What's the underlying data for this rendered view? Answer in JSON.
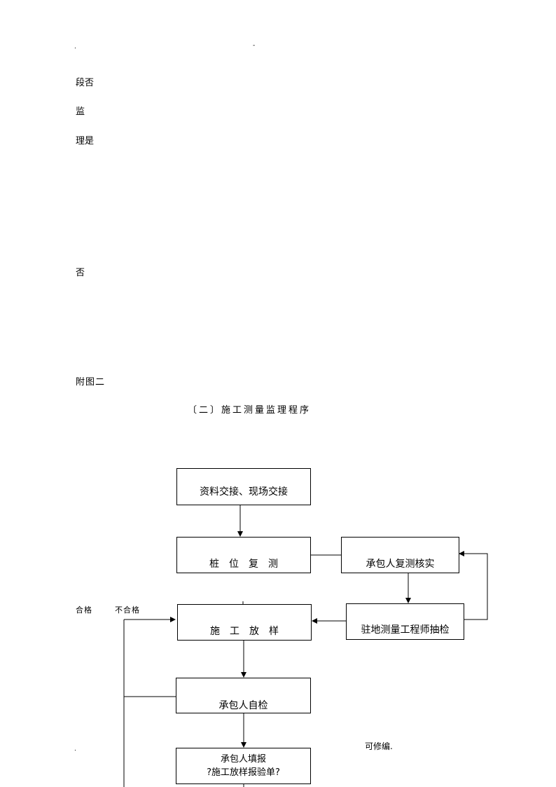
{
  "header": {
    "left_mark": ".",
    "center_mark": "-"
  },
  "side_labels": {
    "duan_fou": "段否",
    "jian": "监",
    "li_shi": "理是",
    "fou": "否"
  },
  "figure": {
    "label": "附图二",
    "title": "〔二〕施工测量监理程序"
  },
  "flow": {
    "step1": "资料交接、现场交接",
    "step2": "桩　位　复　测",
    "step2b": "承包人复测核实",
    "step3": "施　工　放　样",
    "step3b": "驻地测量工程师抽检",
    "step4": "承包人自检",
    "step5_line1": "承包人填报",
    "step5_line2": "?施工放样报验单?",
    "pass": "合格",
    "fail": "不合格"
  },
  "footer": {
    "left_mark": ".",
    "editable": "可修编."
  }
}
